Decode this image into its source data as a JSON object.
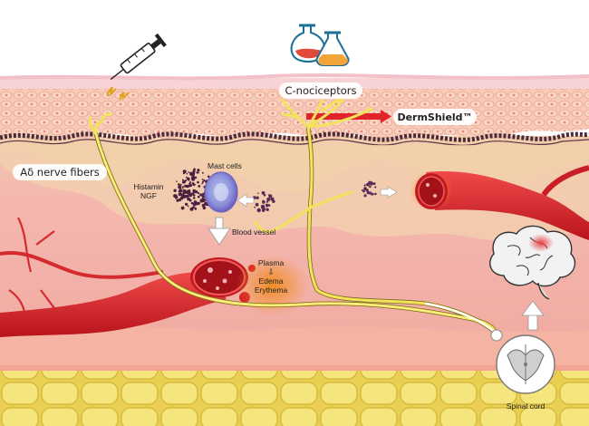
{
  "labels": {
    "c_nociceptors": "C-nociceptors",
    "brand": "DermShield™",
    "a_delta": "Aδ nerve fibers",
    "mast_cells": "Mast cells",
    "histamin": "Histamin",
    "ngf": "NGF",
    "blood_vessel": "Blood vessel",
    "plasma": "Plasma",
    "edema": "Edema",
    "erythema": "Erythema",
    "spinal_cord": "Spinal cord"
  },
  "colors": {
    "epidermis": "#f6c7c3",
    "dermis": "#f3b8ab",
    "fat": "#f2e27a",
    "vessel": "#d9242b",
    "nerve": "#f3e35a",
    "brand_arrow": "#e0242a"
  },
  "icons": [
    "syringe-icon",
    "flask-icon",
    "brain-icon",
    "spinal-cord-icon"
  ]
}
